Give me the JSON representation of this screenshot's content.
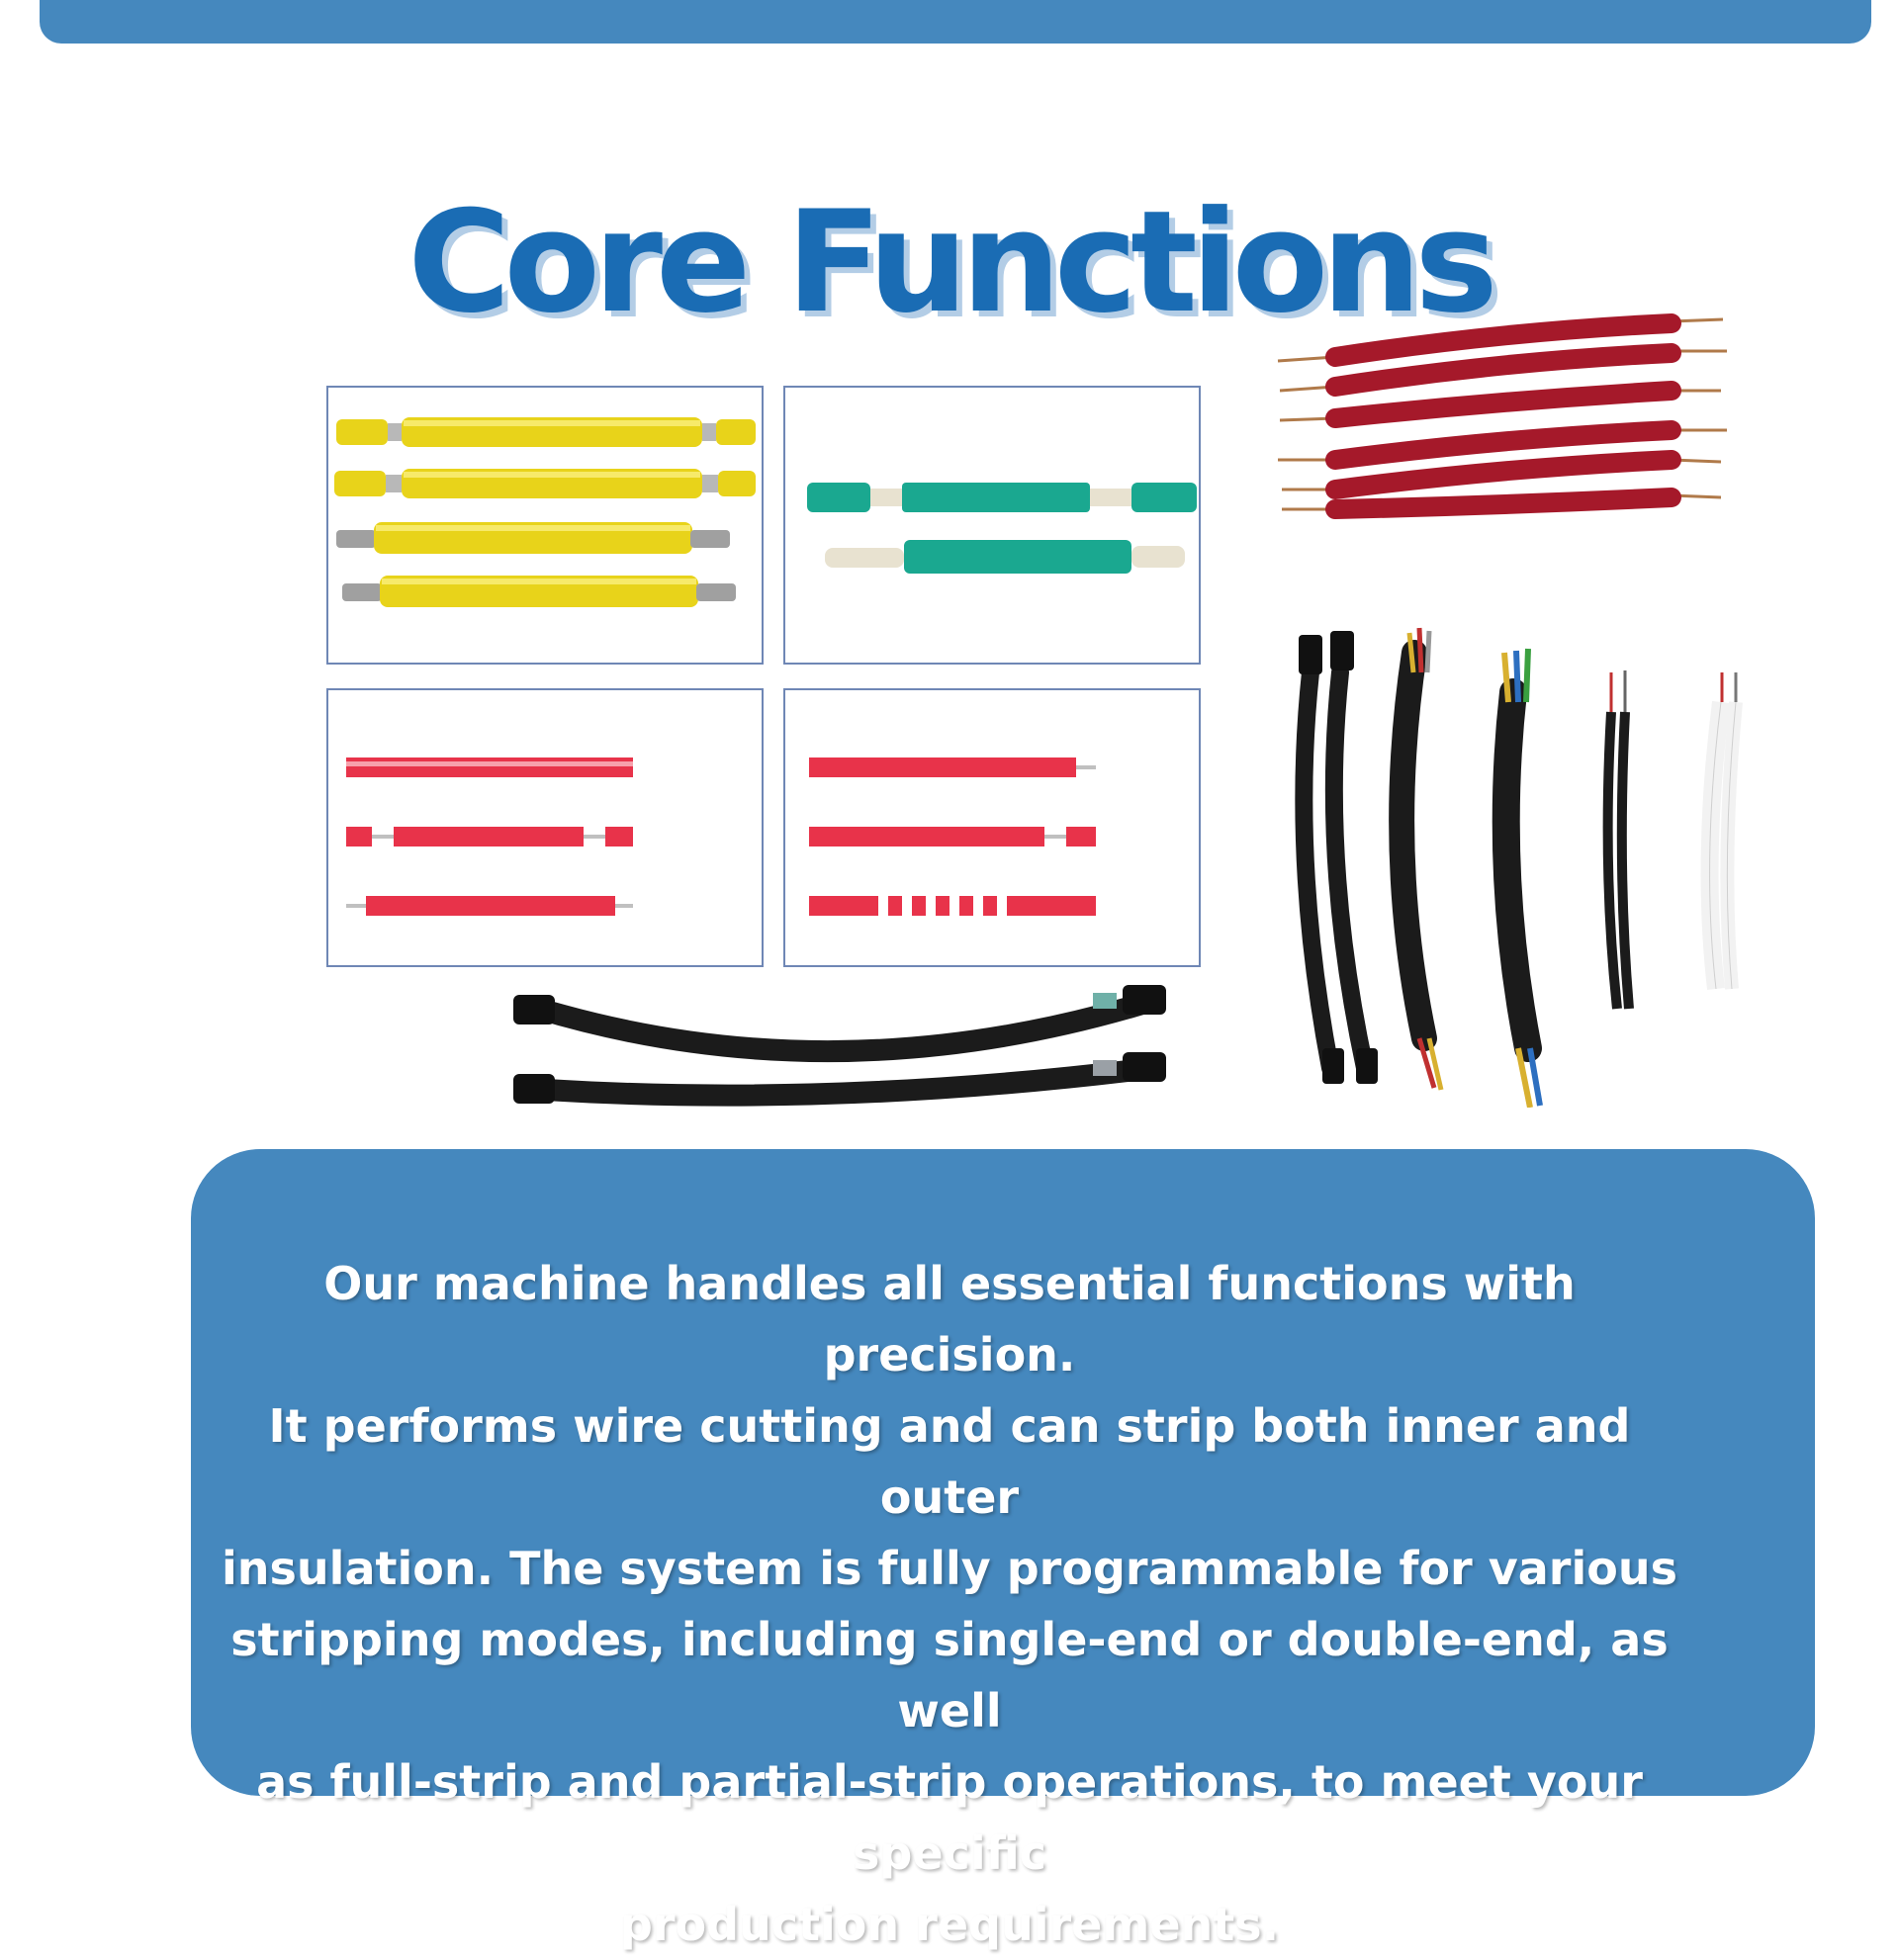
{
  "header": {
    "title": "Core Functions"
  },
  "description": {
    "lines": [
      "Our machine handles all essential functions with precision.",
      "It performs wire cutting and can strip both inner and outer",
      "insulation. The system is fully programmable for various",
      "stripping modes, including single-end or double-end, as well",
      "as full-strip and partial-strip operations, to meet your specific",
      "production requirements."
    ]
  },
  "colors": {
    "accent": "#4588be",
    "title": "#1a6cb4",
    "yellow_wire": "#e8d31a",
    "green_wire": "#1aa890",
    "red_wire": "#e8334a",
    "dark_red_wire": "#a5192a",
    "black_cable": "#1b1b1b"
  },
  "illustrations": [
    {
      "name": "yellow-wires-stripped-ends-icon"
    },
    {
      "name": "green-wires-stripped-ends-icon"
    },
    {
      "name": "red-wire-strip-modes-icon"
    },
    {
      "name": "red-wire-partial-strip-icon"
    },
    {
      "name": "black-cable-stripped-icon"
    },
    {
      "name": "dark-red-wire-bundle-icon"
    },
    {
      "name": "multi-core-cables-icon"
    }
  ]
}
